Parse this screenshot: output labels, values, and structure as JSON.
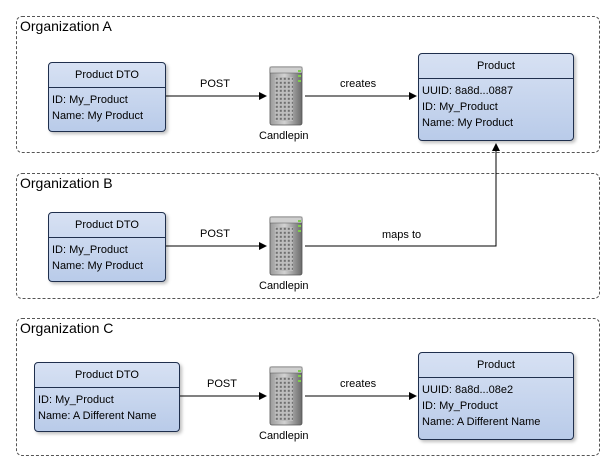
{
  "orgs": [
    {
      "title": "Organization A",
      "dto": {
        "title": "Product DTO",
        "lines": [
          "ID: My_Product",
          "Name: My Product"
        ]
      },
      "post_label": "POST",
      "server_label": "Candlepin",
      "action_label": "creates",
      "product": {
        "title": "Product",
        "lines": [
          "UUID: 8a8d...0887",
          "ID: My_Product",
          "Name: My Product"
        ]
      }
    },
    {
      "title": "Organization B",
      "dto": {
        "title": "Product DTO",
        "lines": [
          "ID: My_Product",
          "Name: My Product"
        ]
      },
      "post_label": "POST",
      "server_label": "Candlepin",
      "action_label": "maps to"
    },
    {
      "title": "Organization C",
      "dto": {
        "title": "Product DTO",
        "lines": [
          "ID: My_Product",
          "Name: A Different Name"
        ]
      },
      "post_label": "POST",
      "server_label": "Candlepin",
      "action_label": "creates",
      "product": {
        "title": "Product",
        "lines": [
          "UUID: 8a8d...08e2",
          "ID: My_Product",
          "Name: A Different Name"
        ]
      }
    }
  ],
  "icons": {
    "server": "server-tower-icon"
  }
}
